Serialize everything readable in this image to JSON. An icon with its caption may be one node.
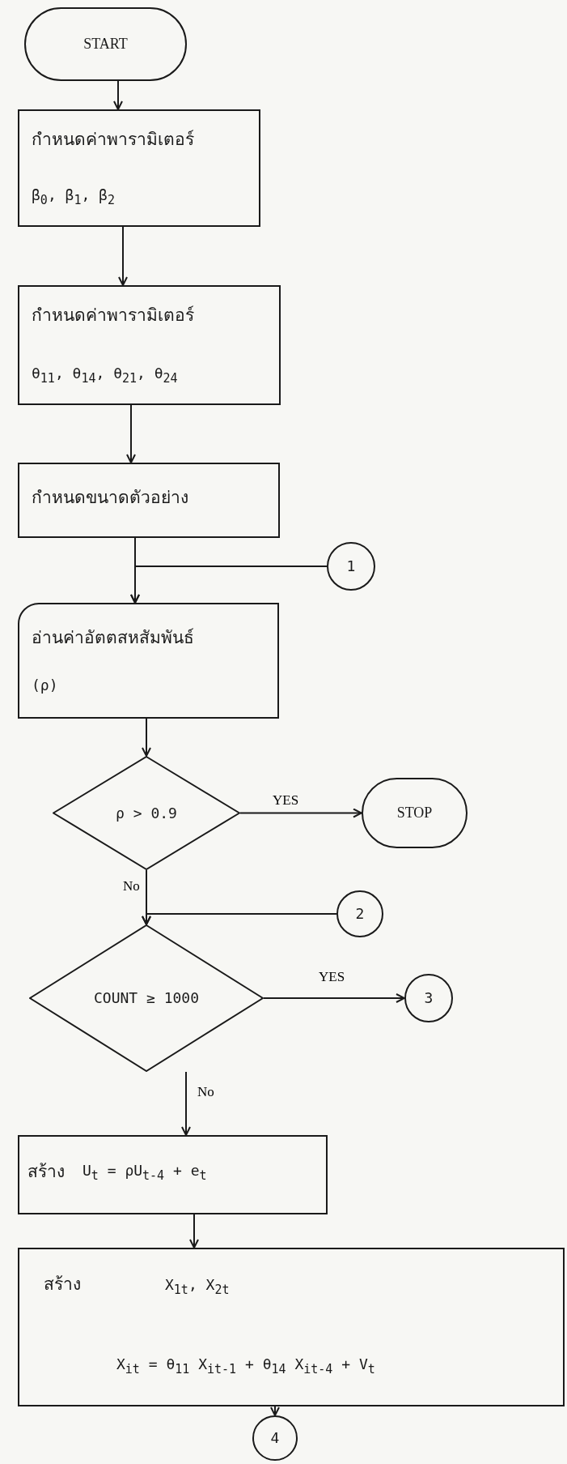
{
  "diagram": {
    "nodes": [
      {
        "text": [
          "START"
        ]
      },
      {
        "text": [
          "กำหนดค่าพารามิเตอร์",
          "β$_{0}$, β$_{1}$, β$_{2}$"
        ]
      },
      {
        "text": [
          "กำหนดค่าพารามิเตอร์",
          "θ$_{11}$, θ$_{14}$, θ$_{21}$, θ$_{24}$"
        ]
      },
      {
        "text": [
          "กำหนดขนาดตัวอย่าง"
        ]
      },
      {
        "text": [
          "1"
        ]
      },
      {
        "text": [
          "อ่านค่าอัตตสหสัมพันธ์",
          "(ρ)"
        ]
      },
      {
        "text": [
          "ρ > 0.9"
        ]
      },
      {
        "text": [
          "STOP"
        ]
      },
      {
        "text": [
          "2"
        ]
      },
      {
        "text": [
          "COUNT ≥ 1000"
        ]
      },
      {
        "text": [
          "3"
        ]
      },
      {
        "text": [
          "สร้าง",
          "U$_{t}$ = ρU$_{t-4}$ + e$_{t}$"
        ]
      },
      {
        "text": [
          "สร้าง",
          "X$_{1t}$, X$_{2t}$",
          "X$_{it}$ = θ$_{11}$ X$_{it-1}$ + θ$_{14}$ X$_{it-4}$ + V$_{t}$"
        ]
      },
      {
        "text": [
          "4"
        ]
      }
    ],
    "edges": [
      {
        "from": 0,
        "to": 1,
        "arrow": "to"
      },
      {
        "from": 1,
        "to": 2,
        "arrow": "to"
      },
      {
        "from": 2,
        "to": 3,
        "arrow": "to"
      },
      {
        "from": 3,
        "to": 5,
        "arrow": "to"
      },
      {
        "from": 4,
        "to": 5,
        "arrow": "to"
      },
      {
        "from": 5,
        "to": 6,
        "arrow": "to"
      },
      {
        "from": 6,
        "to": 7,
        "arrow": "to",
        "label": "YES"
      },
      {
        "from": 6,
        "to": 9,
        "arrow": "to",
        "label": "No"
      },
      {
        "from": 8,
        "to": 9,
        "arrow": "to"
      },
      {
        "from": 9,
        "to": 10,
        "arrow": "to",
        "label": "YES"
      },
      {
        "from": 9,
        "to": 11,
        "arrow": "to",
        "label": "No"
      },
      {
        "from": 11,
        "to": 12,
        "arrow": "to"
      },
      {
        "from": 12,
        "to": 13,
        "arrow": "to"
      }
    ]
  }
}
